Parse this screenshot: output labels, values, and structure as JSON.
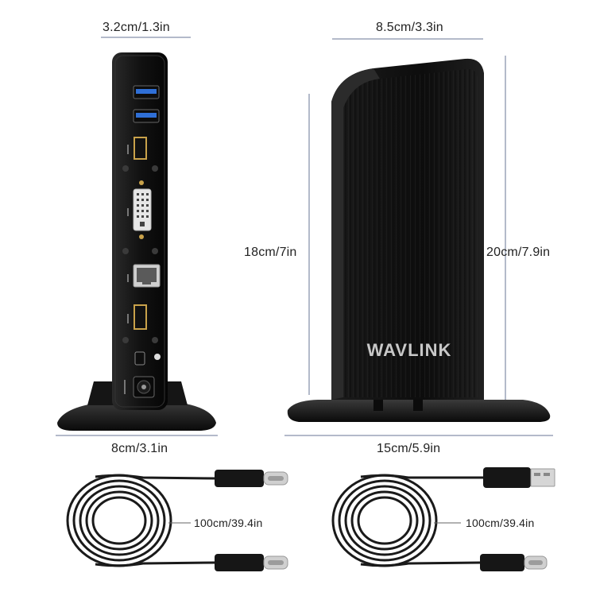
{
  "dimensions": {
    "dock_depth": "3.2cm/1.3in",
    "dock_width": "8.5cm/3.3in",
    "port_side_height": "18cm/7in",
    "front_height": "20cm/7.9in",
    "base_depth": "8cm/3.1in",
    "base_width": "15cm/5.9in",
    "cable_left_length": "100cm/39.4in",
    "cable_right_length": "100cm/39.4in"
  },
  "brand": {
    "logo_text": "WAVLINK"
  },
  "colors": {
    "body": "#111111",
    "dimension_line": "#9aa4b8",
    "cable": "#1a1a1a",
    "text": "#222222"
  },
  "items": {
    "dock_rear_view": "docking-station-back",
    "dock_front_view": "docking-station-front",
    "cable_left": "usb-c-to-usb-c-cable",
    "cable_right": "usb-a-to-usb-c-cable"
  }
}
